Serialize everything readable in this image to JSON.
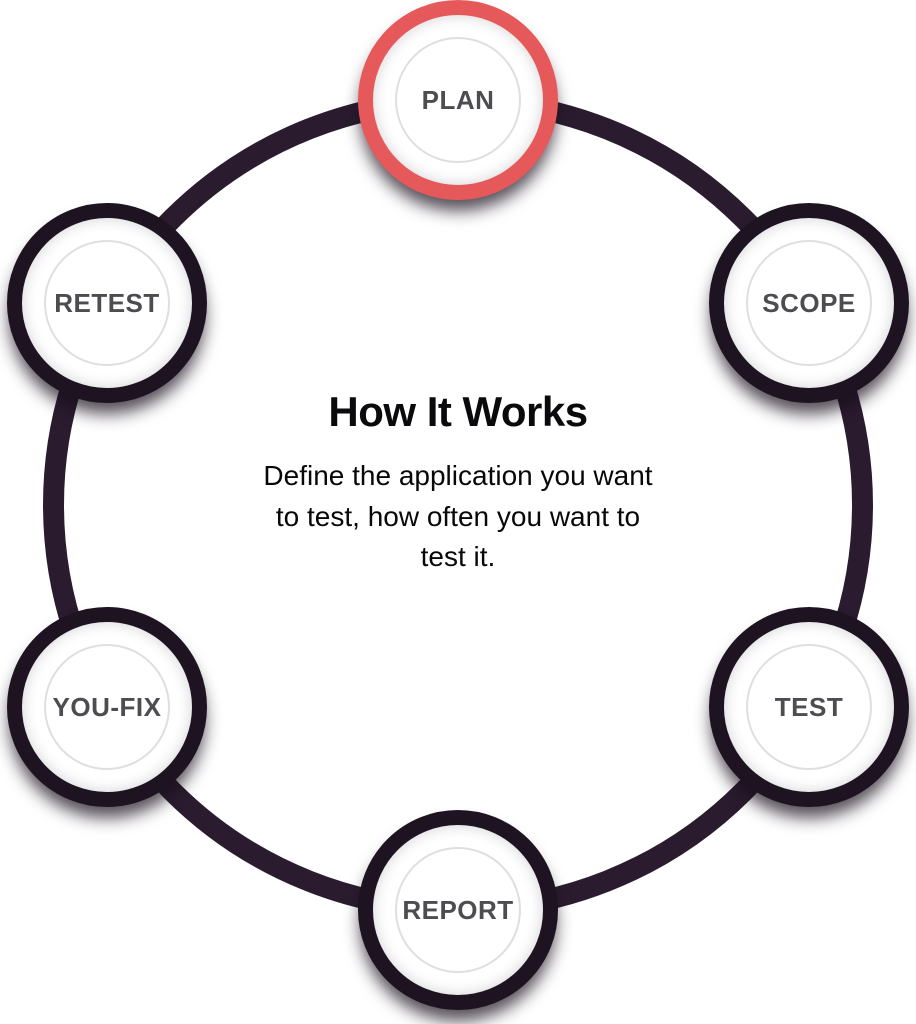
{
  "diagram": {
    "title": "How It Works",
    "description": "Define the application you want to test, how often you want to test it.",
    "active_step": "PLAN",
    "steps": [
      {
        "id": "plan",
        "label": "PLAN",
        "active": true
      },
      {
        "id": "scope",
        "label": "SCOPE",
        "active": false
      },
      {
        "id": "test",
        "label": "TEST",
        "active": false
      },
      {
        "id": "report",
        "label": "REPORT",
        "active": false
      },
      {
        "id": "you-fix",
        "label": "YOU-FIX",
        "active": false
      },
      {
        "id": "retest",
        "label": "RETEST",
        "active": false
      }
    ]
  },
  "colors": {
    "active-ring": "#E6595B",
    "node-ring": "#1E1421",
    "cycle-ring": "#2A1C2E",
    "label-text": "#4C4C51",
    "heading-text": "#0A0A0C"
  }
}
